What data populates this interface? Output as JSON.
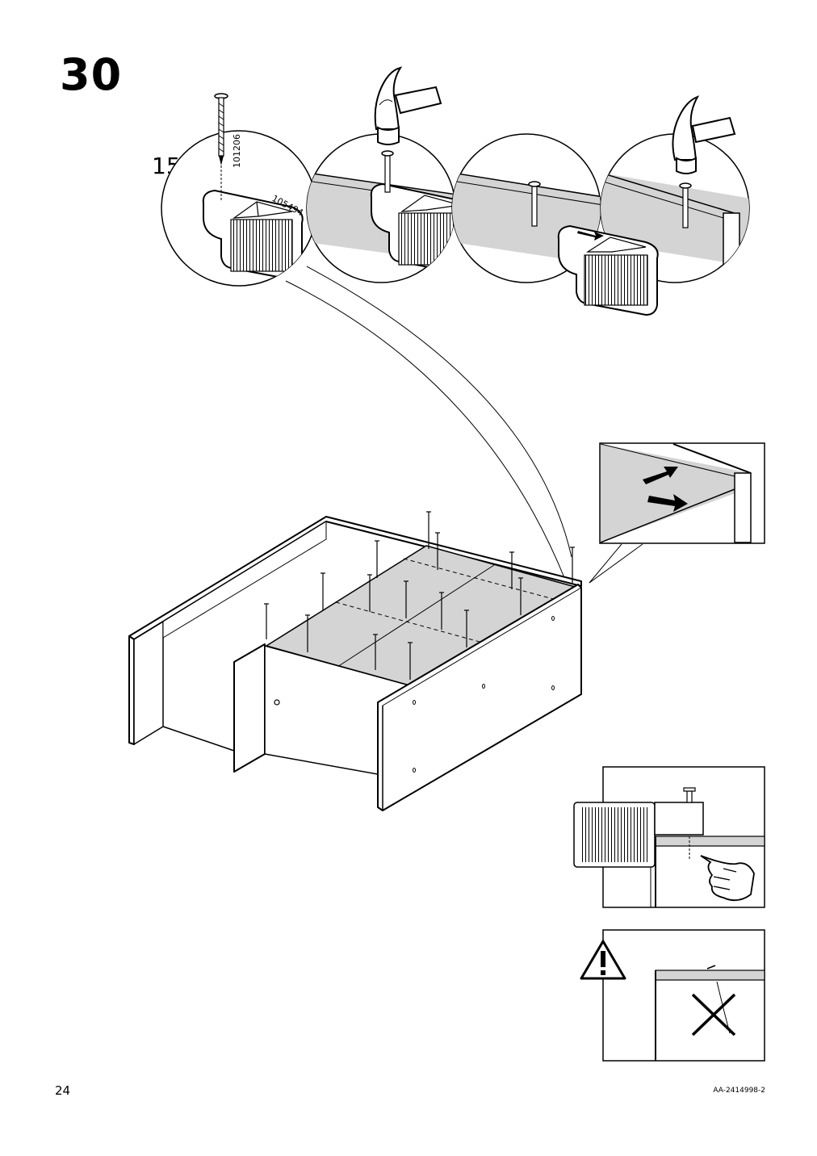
{
  "step": {
    "number": "30"
  },
  "parts": {
    "quantity": "15x",
    "nail_part_no": "101206",
    "guide_part_no": "105494"
  },
  "footer": {
    "page_number": "24",
    "doc_code": "AA-2414998-2"
  },
  "icons": [
    "nail-icon",
    "hammer-icon",
    "nail-guide-icon",
    "warning-icon",
    "hand-icon",
    "x-cross-icon",
    "arrow-icon"
  ]
}
